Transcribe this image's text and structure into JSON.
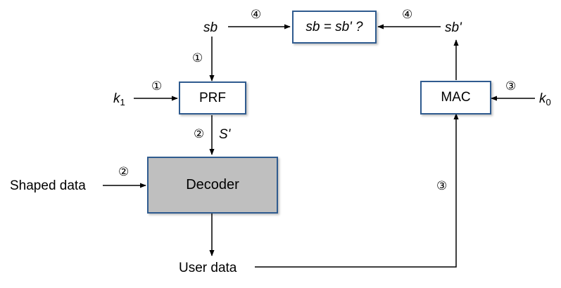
{
  "boxes": {
    "compare": "sb = sb' ?",
    "prf": "PRF",
    "mac": "MAC",
    "decoder": "Decoder"
  },
  "labels": {
    "sb": "sb",
    "sb_prime": "sb'",
    "k1_base": "k",
    "k1_sub": "1",
    "k0_base": "k",
    "k0_sub": "0",
    "s_prime": "S'",
    "shaped_data": "Shaped data",
    "user_data": "User data"
  },
  "steps": {
    "one": "①",
    "two": "②",
    "three": "③",
    "four": "④"
  },
  "colors": {
    "box_border": "#2f5b8f",
    "decoder_fill": "#bfbfbf",
    "line": "#000000"
  }
}
